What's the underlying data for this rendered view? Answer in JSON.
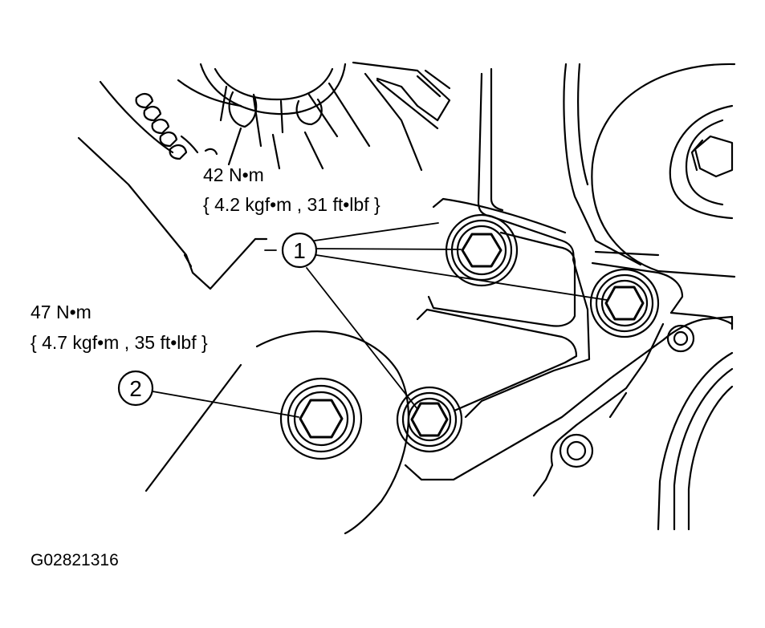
{
  "torque_specs": [
    {
      "callout": "1",
      "value": "42 N•m",
      "conversion": "{ 4.2 kgf•m , 31 ft•lbf }"
    },
    {
      "callout": "2",
      "value": "47 N•m",
      "conversion": "{ 4.7 kgf•m , 35 ft•lbf }"
    }
  ],
  "figure_code": "G02821316",
  "icons": [
    "hex-bolt-icon",
    "washer-icon",
    "idler-pulley-icon",
    "crankshaft-pulley-icon",
    "timing-sprocket-icon"
  ],
  "colors": {
    "ink": "#000000",
    "paper": "#ffffff"
  }
}
